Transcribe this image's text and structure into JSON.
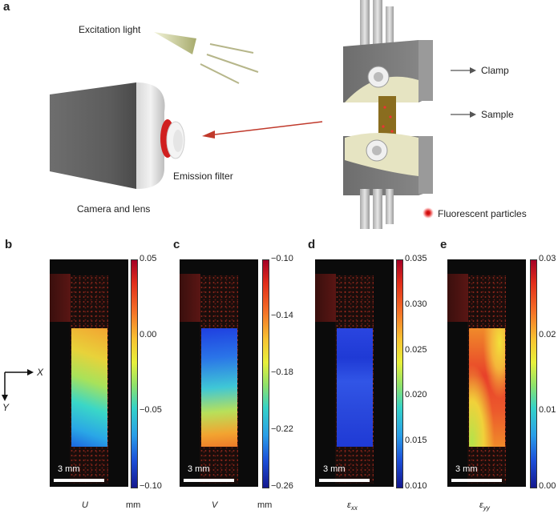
{
  "panel_a": {
    "letter": "a",
    "excitation_light": "Excitation light",
    "clamp": "Clamp",
    "sample": "Sample",
    "emission_filter": "Emission filter",
    "camera_and_lens": "Camera and lens",
    "fluorescent_particles": "Fluorescent particles"
  },
  "panels": [
    {
      "letter": "b",
      "var": "U",
      "unit": "mm",
      "ticks": [
        "0.05",
        "0.00",
        "−0.05",
        "−0.10"
      ],
      "scalebar": "3 mm"
    },
    {
      "letter": "c",
      "var": "V",
      "unit": "mm",
      "ticks": [
        "−0.10",
        "−0.14",
        "−0.18",
        "−0.22",
        "−0.26"
      ],
      "scalebar": "3 mm"
    },
    {
      "letter": "d",
      "var": "ε",
      "sub": "xx",
      "ticks": [
        "0.035",
        "0.030",
        "0.025",
        "0.020",
        "0.015",
        "0.010"
      ],
      "scalebar": "3 mm"
    },
    {
      "letter": "e",
      "var": "ε",
      "sub": "yy",
      "ticks": [
        "0.03",
        "0.02",
        "0.01",
        "0.00"
      ],
      "scalebar": "3 mm"
    }
  ],
  "axes": {
    "x": "X",
    "y": "Y"
  },
  "colors": {
    "background": "#000000",
    "arrow": "#c0392b",
    "sample": "#8a6d1f",
    "clamp": "#7a7a7a"
  }
}
